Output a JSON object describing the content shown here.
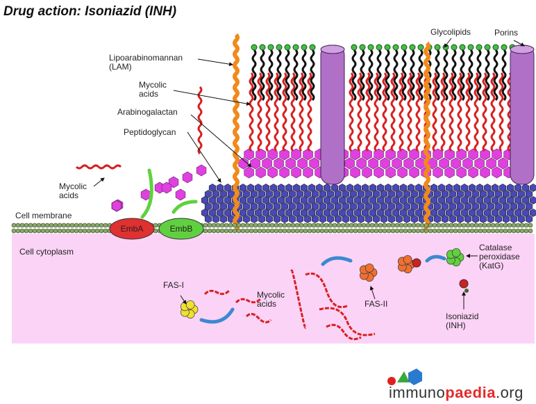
{
  "title": "Drug action: Isoniazid (INH)",
  "labels": {
    "lam": "Lipoarabinomannan\n(LAM)",
    "mycolic_top": "Mycolic\nacids",
    "arabinogalactan": "Arabinogalactan",
    "peptidoglycan": "Peptidoglycan",
    "mycolic_left": "Mycolic\nacids",
    "cell_membrane": "Cell membrane",
    "glycolipids": "Glycolipids",
    "porins": "Porins",
    "cell_cytoplasm": "Cell cytoplasm",
    "emba": "EmbA",
    "embb": "EmbB",
    "fas1": "FAS-I",
    "mycolic_bottom": "Mycolic\nacids",
    "fas2": "FAS-II",
    "katg": "Catalase\nperoxidase\n(KatG)",
    "inh": "Isoniazid\n(INH)"
  },
  "logo": {
    "prefix": "immuno",
    "brand": "paedia",
    "suffix": ".org"
  },
  "colors": {
    "cytoplasm": "#fbd3f6",
    "membrane": "#6f8f4f",
    "peptidoglycan": "#4848b8",
    "arabinogalactan": "#e040e0",
    "mycolic": "#d82020",
    "lam": "#f08a1c",
    "porin": "#b070c8"
  }
}
